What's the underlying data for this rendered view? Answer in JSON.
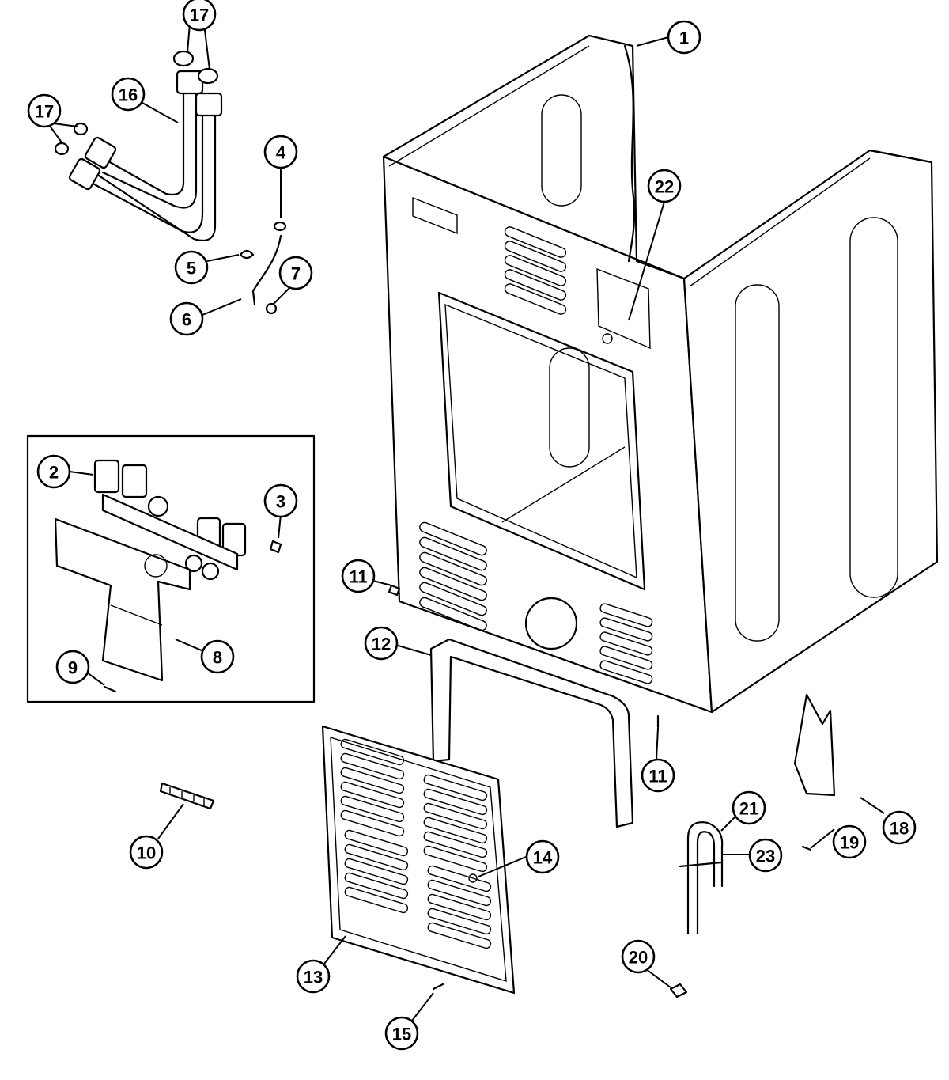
{
  "diagram": {
    "callouts": [
      {
        "id": "c1",
        "number": "1"
      },
      {
        "id": "c2",
        "number": "2"
      },
      {
        "id": "c3",
        "number": "3"
      },
      {
        "id": "c4",
        "number": "4"
      },
      {
        "id": "c5",
        "number": "5"
      },
      {
        "id": "c6",
        "number": "6"
      },
      {
        "id": "c7",
        "number": "7"
      },
      {
        "id": "c8",
        "number": "8"
      },
      {
        "id": "c9",
        "number": "9"
      },
      {
        "id": "c10",
        "number": "10"
      },
      {
        "id": "c11a",
        "number": "11"
      },
      {
        "id": "c11b",
        "number": "11"
      },
      {
        "id": "c12",
        "number": "12"
      },
      {
        "id": "c13",
        "number": "13"
      },
      {
        "id": "c14",
        "number": "14"
      },
      {
        "id": "c15",
        "number": "15"
      },
      {
        "id": "c16",
        "number": "16"
      },
      {
        "id": "c17a",
        "number": "17"
      },
      {
        "id": "c17b",
        "number": "17"
      },
      {
        "id": "c18",
        "number": "18"
      },
      {
        "id": "c19",
        "number": "19"
      },
      {
        "id": "c20",
        "number": "20"
      },
      {
        "id": "c21",
        "number": "21"
      },
      {
        "id": "c22",
        "number": "22"
      },
      {
        "id": "c23",
        "number": "23"
      }
    ]
  }
}
